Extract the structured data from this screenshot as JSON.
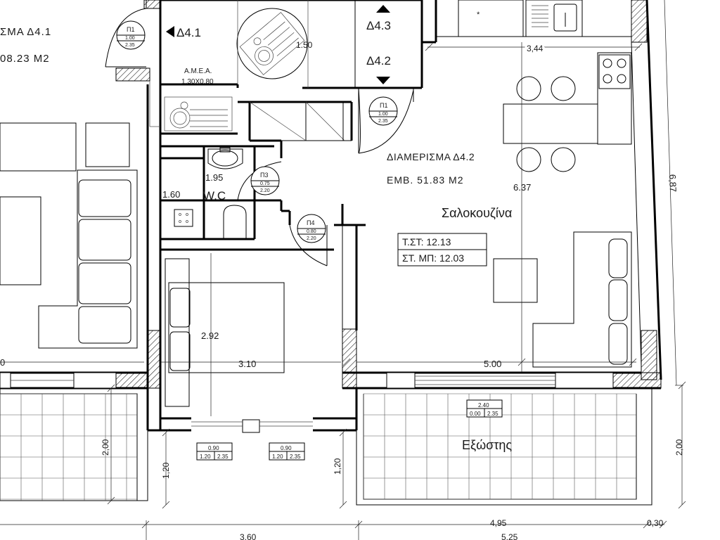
{
  "apartments": {
    "left_name": "ΣΜΑ Δ4.1",
    "left_area": "08.23 Μ2",
    "main_name": "ΔΙΑΜΕΡΙΣΜΑ Δ4.2",
    "main_area": "ΕΜΒ. 51.83 Μ2"
  },
  "rooms": {
    "living_kitchen": "Σαλοκουζίνα",
    "wc": "W.C",
    "balcony": "Εξώστης",
    "amea": "Α.Μ.Ε.Α.",
    "amea_size": "1.30Χ0.80"
  },
  "arrows": {
    "d41": "Δ4.1",
    "d43": "Δ4.3",
    "d42": "Δ4.2"
  },
  "levels": {
    "ceiling": "Τ.ΣΤ: 12.13",
    "floor": "ΣΤ. ΜΠ: 12.03"
  },
  "doors": [
    {
      "id": "Π1",
      "w": "1.00",
      "h": "2.35"
    },
    {
      "id": "Π1",
      "w": "1.00",
      "h": "2.35"
    },
    {
      "id": "Π3",
      "w": "0.75",
      "h": "2.20"
    },
    {
      "id": "Π4",
      "w": "0.80",
      "h": "2.20"
    }
  ],
  "windows": [
    {
      "w": "0.90",
      "sill": "1.20",
      "h": "2.35"
    },
    {
      "w": "0.90",
      "sill": "1.20",
      "h": "2.35"
    },
    {
      "w": "2.40",
      "sill": "0.00",
      "h": "2.35"
    }
  ],
  "dims": {
    "d_344": "3,44",
    "d_150": "1.50",
    "d_195": "1.95",
    "d_160": "1.60",
    "d_637": "6.37",
    "d_687": "6,87",
    "d_292": "2.92",
    "d_310": "3.10",
    "d_500": "5.00",
    "d_200_left": "2,00",
    "d_200_right": "2,00",
    "d_120_left": "1,20",
    "d_120_right": "1,20",
    "d_495": "4,95",
    "d_030": "0,30",
    "d_360": "3,60",
    "d_525": "5,25",
    "d_0": "0"
  }
}
